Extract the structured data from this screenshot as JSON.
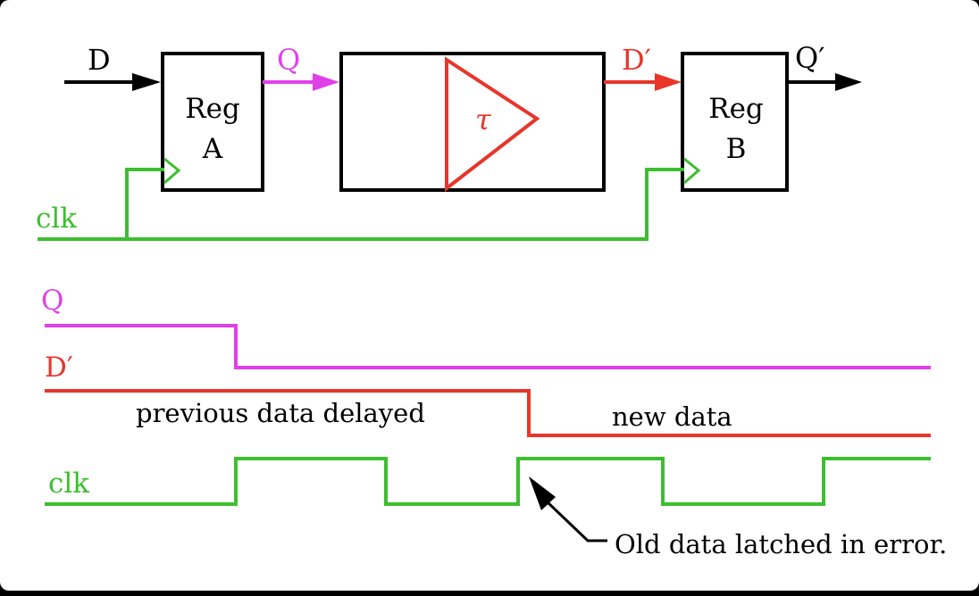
{
  "colors": {
    "q": "#e040e8",
    "d_prime": "#e8352a",
    "clk": "#3cbf2f",
    "ink": "#000000",
    "background": "#ffffff"
  },
  "schematic": {
    "input_d": "D",
    "output_q": "Q",
    "reg_a": {
      "line1": "Reg",
      "line2": "A"
    },
    "delay": {
      "symbol": "τ"
    },
    "output_d_prime": "D′",
    "reg_b": {
      "line1": "Reg",
      "line2": "B"
    },
    "output_q_prime": "Q′",
    "clock": "clk"
  },
  "timing": {
    "q_label": "Q",
    "d_prime_label": "D′",
    "previous_note": "previous data delayed",
    "new_note": "new data",
    "clk_label": "clk",
    "error_note": "Old data latched in error."
  }
}
